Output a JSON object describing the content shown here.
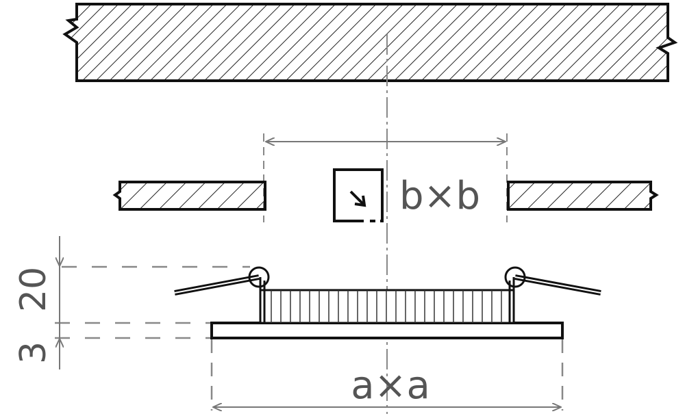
{
  "diagram": {
    "cutout_label": "b×b",
    "width_label": "a×a",
    "height_label": "20",
    "plate_thickness_label": "3",
    "colors": {
      "line": "#111111",
      "dim": "#777777",
      "text": "#555555"
    }
  }
}
